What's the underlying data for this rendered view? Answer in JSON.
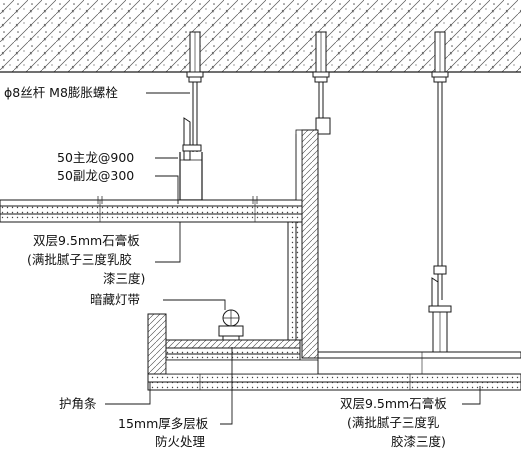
{
  "labels": {
    "rod": "ϕ8丝杆 M8膨胀螺栓",
    "main_keel": "50主龙@900",
    "sub_keel": "50副龙@300",
    "gypsum_left_1": "双层9.5mm石膏板",
    "gypsum_left_2": "(满批腻子三度乳胶",
    "gypsum_left_3": "漆三度)",
    "light_strip": "暗藏灯带",
    "corner_bead": "护角条",
    "plywood_1": "15mm厚多层板",
    "plywood_2": "防火处理",
    "gypsum_right_1": "双层9.5mm石膏板",
    "gypsum_right_2": "(满批腻子三度乳",
    "gypsum_right_3": "胶漆三度)"
  },
  "colors": {
    "line": "#1a1a1a",
    "hatch": "#444444",
    "background": "#ffffff"
  }
}
